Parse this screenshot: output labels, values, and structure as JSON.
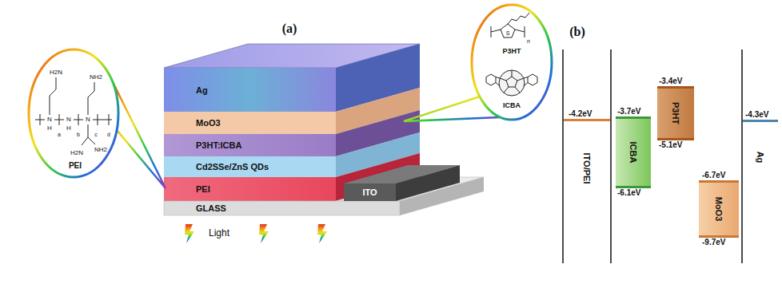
{
  "diagram": {
    "nodes": [
      {
        "text": [
          "Ag"
        ]
      },
      {
        "text": [
          "MoO3"
        ]
      },
      {
        "text": [
          "P3HT:ICBA"
        ]
      },
      {
        "text": [
          "Cd2SSe/ZnS QDs"
        ]
      },
      {
        "text": [
          "PEI"
        ]
      },
      {
        "text": [
          "GLASS"
        ]
      },
      {
        "text": [
          "ITO"
        ]
      },
      {
        "text": [
          "ITO/PEI",
          "-4.2eV"
        ]
      },
      {
        "text": [
          "ICBA",
          "-3.7eV",
          "-6.1eV"
        ]
      },
      {
        "text": [
          "P3HT",
          "-3.4eV",
          "-5.1eV"
        ]
      },
      {
        "text": [
          "MoO3",
          "-6.7eV",
          "-9.7eV"
        ]
      },
      {
        "text": [
          "Ag",
          "-4.3eV"
        ]
      }
    ],
    "labels": [
      "(a)",
      "H2N",
      "NH2",
      "N",
      "N",
      "N",
      "H",
      "H",
      "a",
      "b",
      "c",
      "d",
      "H2N",
      "NH2",
      "PEI",
      "S",
      "n",
      "P3HT",
      "ICBA",
      "Light",
      "(b)"
    ]
  }
}
